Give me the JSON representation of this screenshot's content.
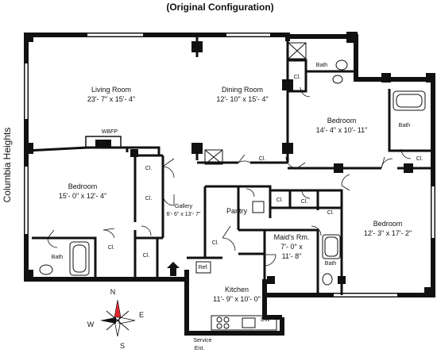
{
  "header": {
    "title": "(Original Configuration)"
  },
  "street": {
    "label": "Columbia Heights"
  },
  "compass": {
    "n": "N",
    "s": "S",
    "e": "E",
    "w": "W"
  },
  "rooms": {
    "living": {
      "name": "Living Room",
      "dims": "23'- 7\" x 15'- 4\""
    },
    "dining": {
      "name": "Dining Room",
      "dims": "12'- 10\" x 15'- 4\""
    },
    "bed_ne": {
      "name": "Bedroom",
      "dims": "14'- 4\" x 10'- 11\""
    },
    "bed_w": {
      "name": "Bedroom",
      "dims": "15'- 0\" x 12'- 4\""
    },
    "gallery": {
      "name": "Gallery",
      "dims": "6'- 6\" x 13'- 7\""
    },
    "pantry": {
      "name": "Pantry"
    },
    "maid": {
      "name": "Maid's Rm.",
      "dims1": "7'- 0\" x",
      "dims2": "11'- 8\""
    },
    "bed_se": {
      "name": "Bedroom",
      "dims": "12'- 3\" x 17'- 2\""
    },
    "kitchen": {
      "name": "Kitchen",
      "dims": "11'- 9\" x 10'- 0\""
    }
  },
  "labels": {
    "wbfp": "WBFP",
    "closet": "Cl.",
    "bath": "Bath",
    "ref": "Ref.",
    "dw": "DW",
    "service1": "Service",
    "service2": "Ent."
  }
}
